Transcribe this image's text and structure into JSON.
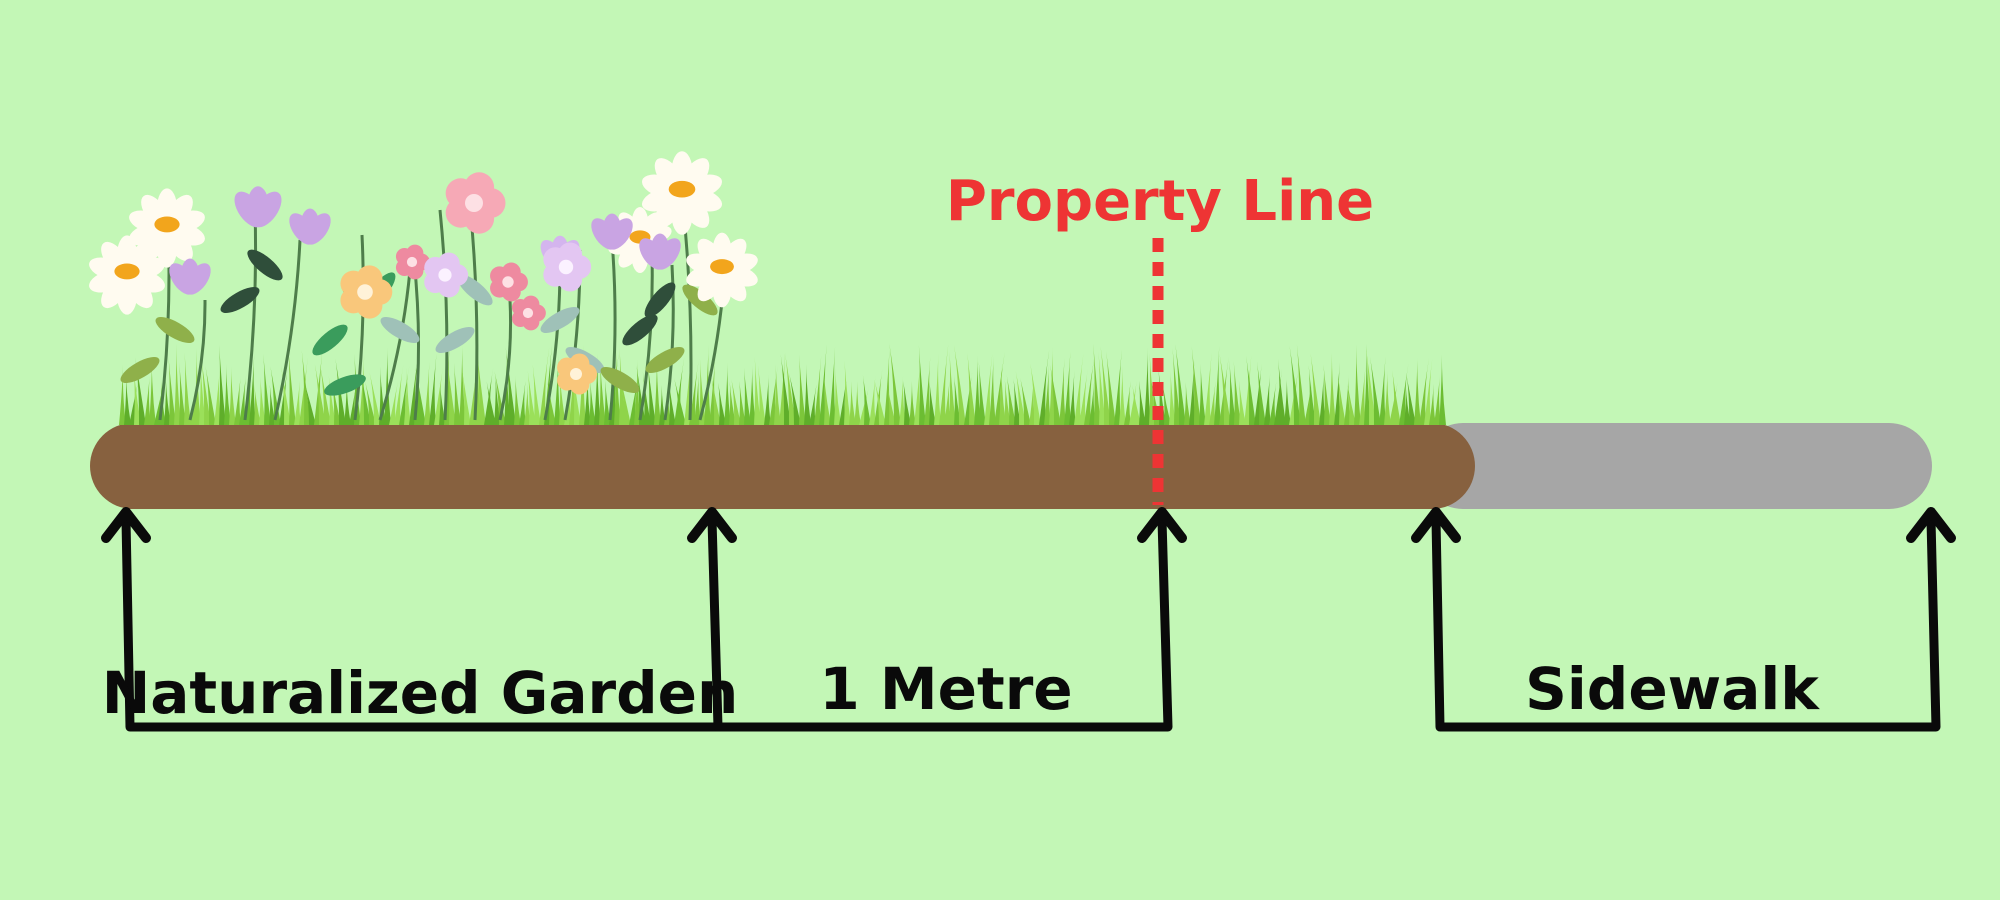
{
  "labels": {
    "property_line": "Property Line",
    "garden": "Naturalized Garden",
    "metre": "1 Metre",
    "sidewalk": "Sidewalk"
  },
  "colors": {
    "background": "#c3f7b6",
    "soil": "#87613f",
    "sidewalk": "#a6a6a6",
    "grass": "#7cc63a",
    "property_line": "#ee3434",
    "arrow": "#0a0a0a"
  },
  "icons": {
    "flowers": "wildflower-cluster",
    "grass": "grass-strip"
  }
}
